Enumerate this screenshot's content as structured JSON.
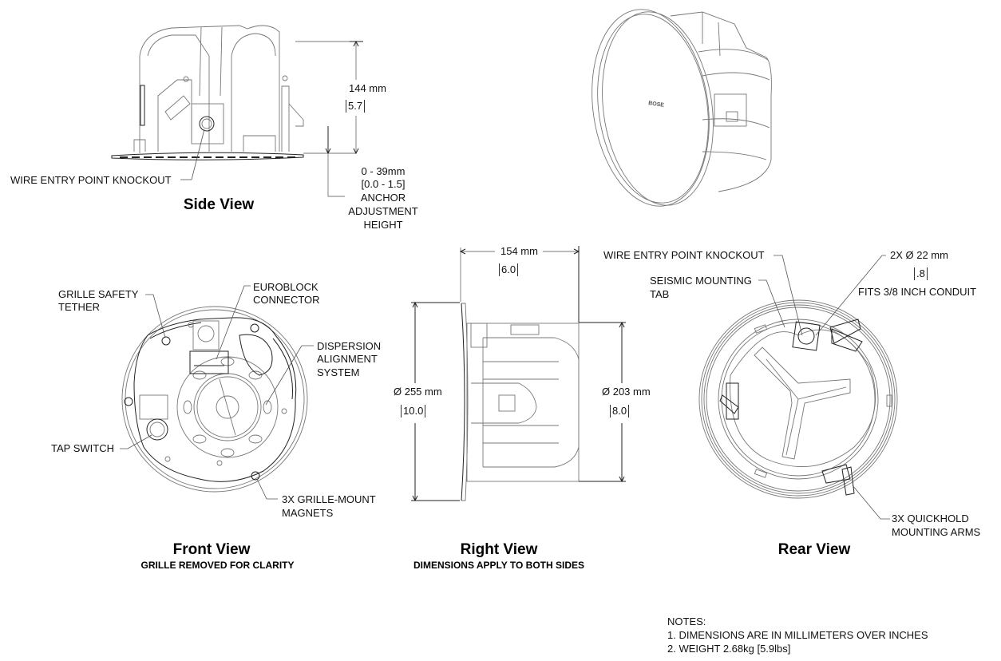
{
  "side_view": {
    "title": "Side View",
    "callout_wire_entry": "WIRE ENTRY POINT KNOCKOUT",
    "height_mm": "144 mm",
    "height_in": "5.7",
    "anchor_mm": "0 - 39mm",
    "anchor_in": "[0.0 - 1.5]",
    "anchor_label_1": "ANCHOR",
    "anchor_label_2": "ADJUSTMENT",
    "anchor_label_3": "HEIGHT"
  },
  "iso_view": {
    "logo": "BOSE"
  },
  "front_view": {
    "title": "Front View",
    "subtitle": "GRILLE REMOVED FOR CLARITY",
    "callout_tether_1": "GRILLE SAFETY",
    "callout_tether_2": "TETHER",
    "callout_euroblock_1": "EUROBLOCK",
    "callout_euroblock_2": "CONNECTOR",
    "callout_dispersion_1": "DISPERSION",
    "callout_dispersion_2": "ALIGNMENT",
    "callout_dispersion_3": "SYSTEM",
    "callout_tap": "TAP SWITCH",
    "callout_magnets_1": "3X GRILLE-MOUNT",
    "callout_magnets_2": "MAGNETS"
  },
  "right_view": {
    "title": "Right View",
    "subtitle": "DIMENSIONS APPLY TO BOTH SIDES",
    "depth_mm": "154 mm",
    "depth_in": "6.0",
    "outer_dia_mm": "Ø 255  mm",
    "outer_dia_in": "10.0",
    "inner_dia_mm": "Ø 203 mm",
    "inner_dia_in": "8.0"
  },
  "rear_view": {
    "title": "Rear View",
    "callout_wire_entry": "WIRE ENTRY POINT KNOCKOUT",
    "callout_seismic_1": "SEISMIC MOUNTING",
    "callout_seismic_2": "TAB",
    "conduit_dia": "2X Ø 22 mm",
    "conduit_in": ".8",
    "conduit_note": "FITS 3/8 INCH CONDUIT",
    "callout_arms_1": "3X QUICKHOLD",
    "callout_arms_2": "MOUNTING ARMS"
  },
  "notes": {
    "heading": "NOTES:",
    "items": [
      "1. DIMENSIONS ARE IN MILLIMETERS OVER INCHES",
      "2. WEIGHT 2.68kg [5.9lbs]"
    ]
  }
}
